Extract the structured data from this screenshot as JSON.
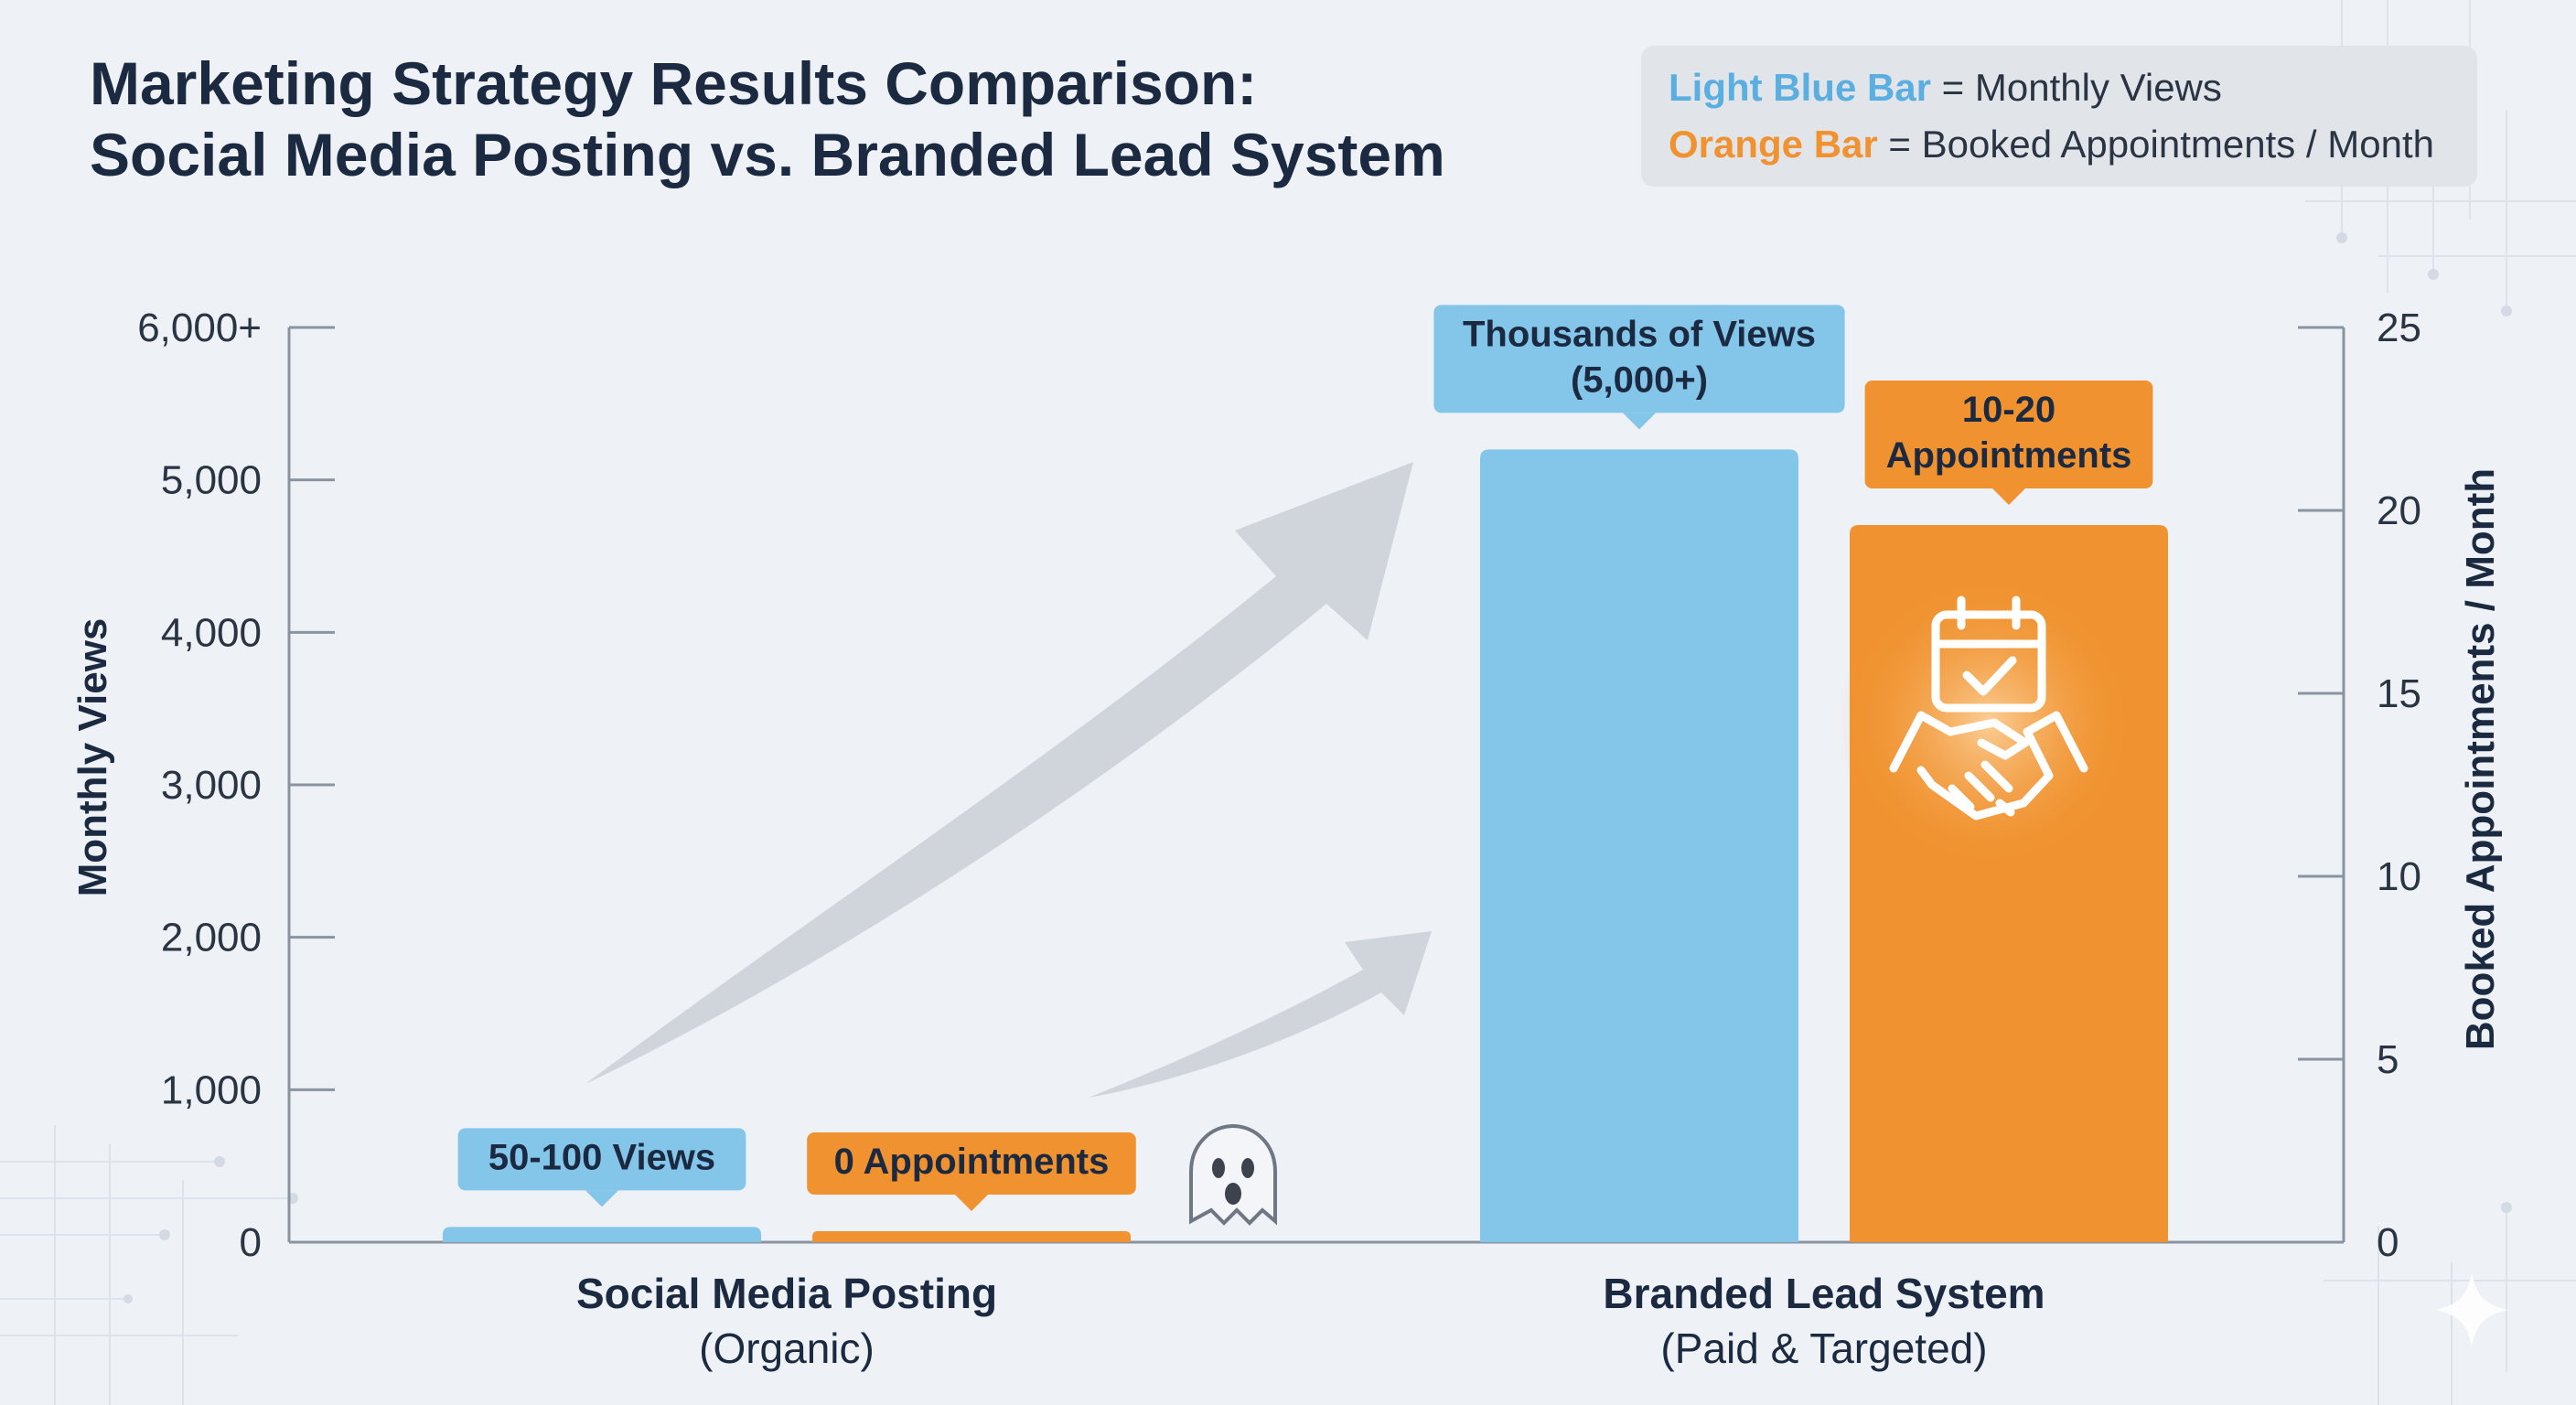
{
  "title_lines": [
    "Marketing Strategy Results Comparison:",
    "Social Media Posting vs. Branded Lead System"
  ],
  "legend": {
    "blue_key": "Light Blue Bar",
    "blue_desc": " = Monthly Views",
    "orange_key": "Orange Bar",
    "orange_desc": " = Booked Appointments / Month"
  },
  "colors": {
    "views": "#84c5ea",
    "appointments": "#f0922f",
    "views_key_text": "#5aaee0",
    "appointments_key_text": "#f0922f",
    "text": "#1b2a41",
    "axis": "#8a94a0",
    "arrow": "#c3c9d1"
  },
  "icons": [
    "ghost-icon",
    "calendar-check-icon",
    "handshake-icon",
    "sparkle-icon"
  ],
  "chart_data": {
    "type": "bar",
    "categories": [
      {
        "main": "Social Media Posting",
        "sub": "(Organic)"
      },
      {
        "main": "Branded Lead System",
        "sub": "(Paid & Targeted)"
      }
    ],
    "series": [
      {
        "name": "Light Blue Bar = Monthly Views",
        "axis": "left",
        "values": [
          100,
          5200
        ]
      },
      {
        "name": "Orange Bar = Booked Appointments / Month",
        "axis": "right",
        "values": [
          0.3,
          19.6
        ]
      }
    ],
    "y_left": {
      "label": "Monthly Views",
      "range": [
        0,
        6000
      ],
      "ticks": [
        {
          "value": 0,
          "label": "0"
        },
        {
          "value": 1000,
          "label": "1,000"
        },
        {
          "value": 2000,
          "label": "2,000"
        },
        {
          "value": 3000,
          "label": "3,000"
        },
        {
          "value": 4000,
          "label": "4,000"
        },
        {
          "value": 5000,
          "label": "5,000"
        },
        {
          "value": 6000,
          "label": "6,000+"
        }
      ]
    },
    "y_right": {
      "label": "Booked Appointments / Month",
      "range": [
        0,
        25
      ],
      "ticks": [
        {
          "value": 0,
          "label": "0"
        },
        {
          "value": 5,
          "label": "5"
        },
        {
          "value": 10,
          "label": "10"
        },
        {
          "value": 15,
          "label": "15"
        },
        {
          "value": 20,
          "label": "20"
        },
        {
          "value": 25,
          "label": "25"
        }
      ]
    },
    "annotations": [
      {
        "series": 0,
        "category": 0,
        "lines": [
          "50-100 Views"
        ]
      },
      {
        "series": 1,
        "category": 0,
        "lines": [
          "0 Appointments"
        ]
      },
      {
        "series": 0,
        "category": 1,
        "lines": [
          "Thousands of Views",
          "(5,000+)"
        ]
      },
      {
        "series": 1,
        "category": 1,
        "lines": [
          "10-20",
          "Appointments"
        ]
      }
    ],
    "grid": false,
    "legend_position": "top-right"
  }
}
